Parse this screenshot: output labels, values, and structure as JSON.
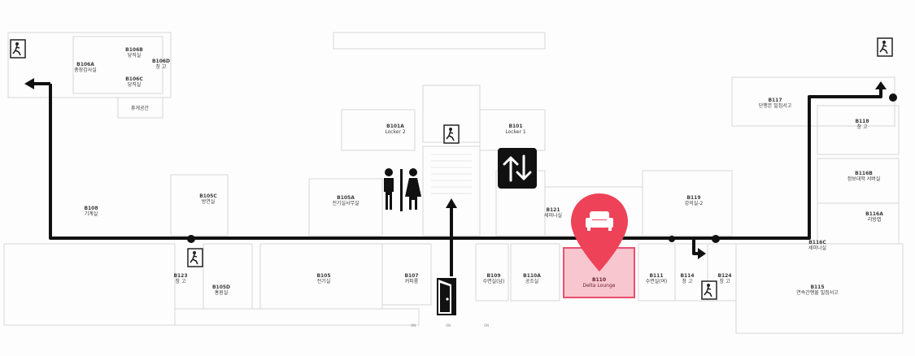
{
  "colors": {
    "route": "#111111",
    "highlight_fill": "#f7c6cf",
    "highlight_border": "#e9506d",
    "pin": "#ee4258"
  },
  "rooms": [
    {
      "id": "b106a",
      "code": "B106A",
      "name": "총장감사실"
    },
    {
      "id": "b106b",
      "code": "B106B",
      "name": "당직실"
    },
    {
      "id": "b106d",
      "code": "B106D",
      "name": "창 고"
    },
    {
      "id": "b106c",
      "code": "B106C",
      "name": "당직실"
    },
    {
      "id": "rest",
      "code": "",
      "name": "휴게공간"
    },
    {
      "id": "b101a",
      "code": "B101A",
      "name": "Locker 2"
    },
    {
      "id": "b101",
      "code": "B101",
      "name": "Locker 1"
    },
    {
      "id": "b117",
      "code": "B117",
      "name": "단행본 밀집서고"
    },
    {
      "id": "b118",
      "code": "B118",
      "name": "창 고"
    },
    {
      "id": "b116b",
      "code": "B116B",
      "name": "정보대학 서버실"
    },
    {
      "id": "b116a",
      "code": "B116A",
      "name": "리빙랩"
    },
    {
      "id": "b108",
      "code": "B108",
      "name": "기계실"
    },
    {
      "id": "b105c",
      "code": "B105C",
      "name": "방연실"
    },
    {
      "id": "b105a",
      "code": "B105A",
      "name": "전기실사무실"
    },
    {
      "id": "b121",
      "code": "B121",
      "name": "세미나실"
    },
    {
      "id": "b119",
      "code": "B119",
      "name": "강의실-2"
    },
    {
      "id": "b116c",
      "code": "B116C",
      "name": "세미나실"
    },
    {
      "id": "b123",
      "code": "B123",
      "name": "창 고"
    },
    {
      "id": "b105d",
      "code": "B105D",
      "name": "홍원실"
    },
    {
      "id": "b105",
      "code": "B105",
      "name": "전기실"
    },
    {
      "id": "b107",
      "code": "B107",
      "name": "커피룸"
    },
    {
      "id": "b109",
      "code": "B109",
      "name": "수면실(남)"
    },
    {
      "id": "b110a",
      "code": "B110A",
      "name": "공조실"
    },
    {
      "id": "b110",
      "code": "B110",
      "name": "Delta Lounge"
    },
    {
      "id": "b111",
      "code": "B111",
      "name": "수면실(여)"
    },
    {
      "id": "b114",
      "code": "B114",
      "name": "창 고"
    },
    {
      "id": "b124",
      "code": "B124",
      "name": "창 고"
    },
    {
      "id": "b115",
      "code": "B115",
      "name": "연속간행물 밀집서고"
    }
  ],
  "icons": {
    "exit": "emergency-exit-icon",
    "elevator": "elevator-updown-icon",
    "restroom": "restroom-icon",
    "entrance": "entrance-door-icon",
    "pin": "location-pin-sofa-icon"
  },
  "scale_marks": [
    "ON",
    "ON",
    "ON"
  ]
}
